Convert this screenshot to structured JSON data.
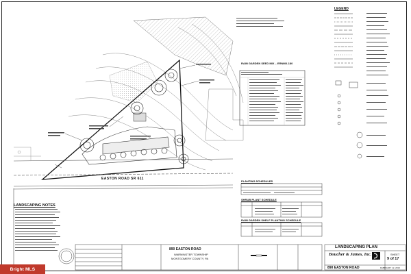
{
  "legend": {
    "title": "LEGEND"
  },
  "road": {
    "label": "EASTON ROAD SR 611"
  },
  "notes": {
    "title": "LANDSCAPING NOTES"
  },
  "rain_garden": {
    "title": "RAIN GARDEN SEED MIX – ERNMX-180"
  },
  "schedules": {
    "planting_title": "PLANTING SCHEDULES",
    "shrub_title": "SHRUB PLANT SCHEDULE",
    "shelf_title": "RAIN GARDEN SHELF PLANTING SCHEDULE",
    "planting_rows": [
      [
        "",
        "",
        "",
        "",
        ""
      ],
      [
        "",
        "",
        "",
        "",
        ""
      ],
      [
        "",
        "",
        "",
        "",
        ""
      ]
    ]
  },
  "address_block": {
    "name": "890 EASTON ROAD",
    "line2": "WARMINSTER TOWNSHIP",
    "line3": "MONTGOMERY COUNTY, PA"
  },
  "title_block": {
    "sheet_title": "LANDSCAPING PLAN",
    "firm": "Boucher & James, Inc.",
    "project": "890 EASTON ROAD",
    "sheet_label": "SHEET",
    "sheet_number": "9 of 17",
    "date": "FEBRUARY 12, 2019"
  },
  "watermark": {
    "text": "Bright MLS"
  },
  "colors": {
    "ink": "#222222",
    "watermark_red": "#c0392b",
    "hatch": "#999999"
  }
}
